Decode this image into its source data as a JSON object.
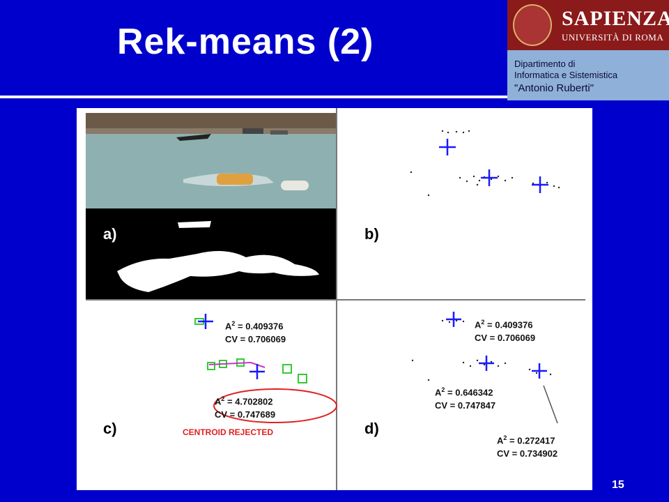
{
  "title": "Rek-means (2)",
  "logo": {
    "name": "SAPIENZA",
    "university": "UNIVERSITÀ DI ROMA"
  },
  "department": [
    "Dipartimento di",
    "Informatica e Sistemistica",
    "\"Antonio Ruberti\""
  ],
  "panels": {
    "a": "a)",
    "b": "b)",
    "c": "c)",
    "d": "d)"
  },
  "stats": {
    "c_top": {
      "a2": "A",
      "a2_sup": "2",
      "a2_val": " = 0.409376",
      "cv": "CV = 0.706069"
    },
    "c_bottom": {
      "a2": "A",
      "a2_sup": "2",
      "a2_val": " = 4.702802",
      "cv": "CV = 0.747689"
    },
    "d_top": {
      "a2": "A",
      "a2_sup": "2",
      "a2_val": " = 0.409376",
      "cv": "CV = 0.706069"
    },
    "d_mid": {
      "a2": "A",
      "a2_sup": "2",
      "a2_val": " = 0.646342",
      "cv": "CV = 0.747847"
    },
    "d_bottom": {
      "a2": "A",
      "a2_sup": "2",
      "a2_val": " = 0.272417",
      "cv": "CV = 0.734902"
    }
  },
  "rejected": "CENTROID REJECTED",
  "page_number": "15",
  "colors": {
    "background": "#0000cc",
    "centroid": "#1a1aff",
    "reject": "#e02020",
    "green": "#33cc33"
  }
}
